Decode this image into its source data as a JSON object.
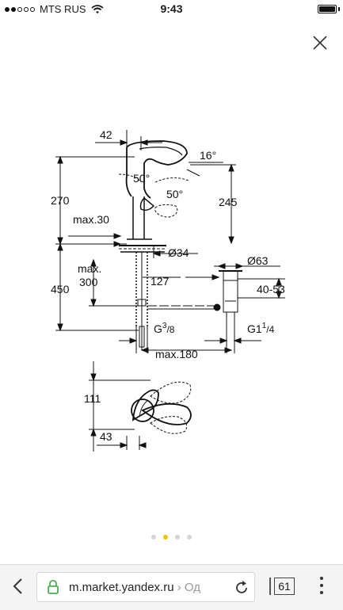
{
  "status_bar": {
    "carrier": "MTS RUS",
    "time": "9:43",
    "signal_filled": 2,
    "signal_total": 5,
    "battery_level": 1.0
  },
  "overlay": {
    "close_icon": "close-icon"
  },
  "drawing": {
    "dims": {
      "d42": "42",
      "d16deg": "16°",
      "d50a": "50°",
      "d50b": "50°",
      "d270": "270",
      "d245": "245",
      "max30": "max.30",
      "d34": "Ø34",
      "d63": "Ø63",
      "max300_a": "max.",
      "max300_b": "300",
      "d127": "127",
      "d450": "450",
      "d4053": "40-53",
      "g38_pre": "G",
      "g38_sup": "3",
      "g38_sub": "/8",
      "g114_pre": "G1",
      "g114_sup": "1",
      "g114_sub": "/4",
      "max180": "max.180",
      "d111": "111",
      "d43": "43"
    }
  },
  "pager": {
    "count": 4,
    "active": 1
  },
  "browser": {
    "url": "m.market.yandex.ru",
    "url_more": " › Од",
    "tab_count": "61",
    "icons": [
      "back-arrow-icon",
      "lock-icon",
      "reload-icon",
      "tabs-icon",
      "menu-dots-icon"
    ]
  }
}
